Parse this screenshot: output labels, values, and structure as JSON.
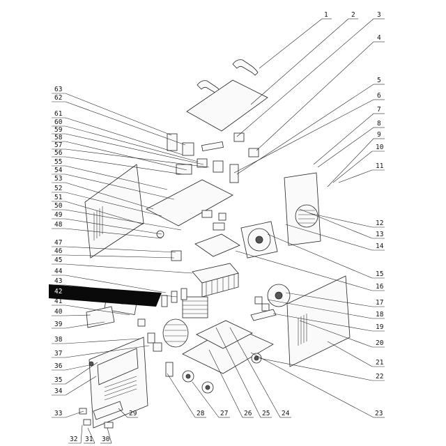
{
  "labels_right": [
    "1",
    "2",
    "3",
    "4",
    "5",
    "6",
    "7",
    "8",
    "9",
    "10",
    "11",
    "12",
    "13",
    "14",
    "15",
    "16",
    "17",
    "18",
    "19",
    "20",
    "21",
    "22"
  ],
  "labels_left": [
    "63",
    "62",
    "61",
    "60",
    "59",
    "58",
    "57",
    "56",
    "55",
    "54",
    "53",
    "52",
    "51",
    "50",
    "49",
    "48",
    "47",
    "46",
    "45",
    "44",
    "43",
    "42",
    "41",
    "40",
    "39",
    "38",
    "37",
    "36",
    "35",
    "34",
    "33"
  ],
  "labels_bottom": [
    "32",
    "31",
    "30",
    "29",
    "28",
    "27",
    "26",
    "25",
    "24",
    "23"
  ],
  "highlighted_label": "42"
}
